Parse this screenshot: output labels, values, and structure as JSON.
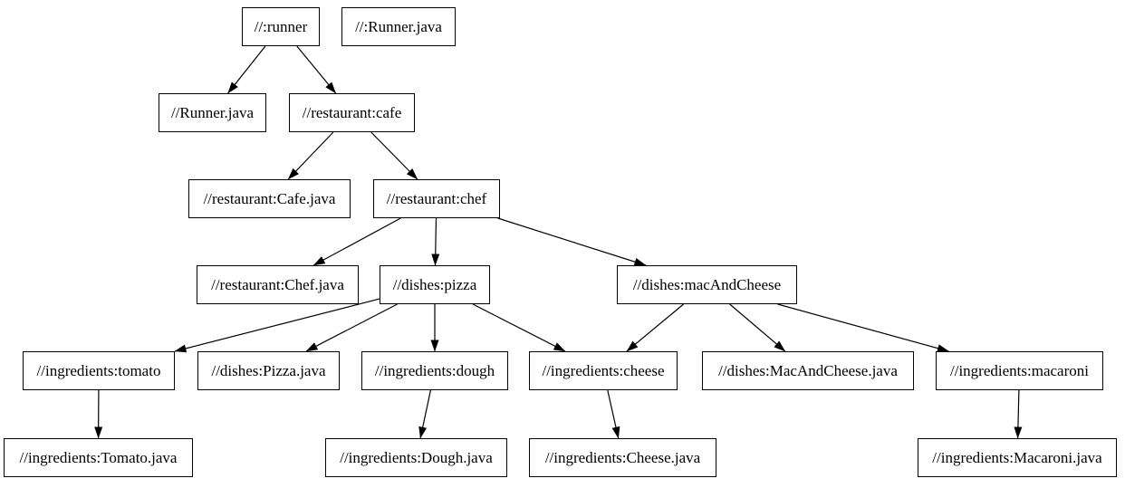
{
  "diagram": {
    "type": "directed-graph",
    "background_color": "#ffffff",
    "node_fill_color": "#ffffff",
    "node_border_color": "#000000",
    "edge_color": "#000000",
    "text_color": "#000000",
    "nodes": [
      {
        "id": "runner",
        "label": "//:runner"
      },
      {
        "id": "runner-java-file",
        "label": "//:Runner.java"
      },
      {
        "id": "runner-java",
        "label": "//Runner.java"
      },
      {
        "id": "cafe",
        "label": "//restaurant:cafe"
      },
      {
        "id": "cafe-java",
        "label": "//restaurant:Cafe.java"
      },
      {
        "id": "chef",
        "label": "//restaurant:chef"
      },
      {
        "id": "chef-java",
        "label": "//restaurant:Chef.java"
      },
      {
        "id": "pizza",
        "label": "//dishes:pizza"
      },
      {
        "id": "mac-and-cheese",
        "label": "//dishes:macAndCheese"
      },
      {
        "id": "tomato",
        "label": "//ingredients:tomato"
      },
      {
        "id": "pizza-java",
        "label": "//dishes:Pizza.java"
      },
      {
        "id": "dough",
        "label": "//ingredients:dough"
      },
      {
        "id": "cheese",
        "label": "//ingredients:cheese"
      },
      {
        "id": "mac-and-cheese-java",
        "label": "//dishes:MacAndCheese.java"
      },
      {
        "id": "macaroni",
        "label": "//ingredients:macaroni"
      },
      {
        "id": "tomato-java",
        "label": "//ingredients:Tomato.java"
      },
      {
        "id": "dough-java",
        "label": "//ingredients:Dough.java"
      },
      {
        "id": "cheese-java",
        "label": "//ingredients:Cheese.java"
      },
      {
        "id": "macaroni-java",
        "label": "//ingredients:Macaroni.java"
      }
    ],
    "edges": [
      {
        "from": "runner",
        "to": "runner-java"
      },
      {
        "from": "runner",
        "to": "cafe"
      },
      {
        "from": "cafe",
        "to": "cafe-java"
      },
      {
        "from": "cafe",
        "to": "chef"
      },
      {
        "from": "chef",
        "to": "chef-java"
      },
      {
        "from": "chef",
        "to": "pizza"
      },
      {
        "from": "chef",
        "to": "mac-and-cheese"
      },
      {
        "from": "pizza",
        "to": "tomato"
      },
      {
        "from": "pizza",
        "to": "pizza-java"
      },
      {
        "from": "pizza",
        "to": "dough"
      },
      {
        "from": "pizza",
        "to": "cheese"
      },
      {
        "from": "mac-and-cheese",
        "to": "cheese"
      },
      {
        "from": "mac-and-cheese",
        "to": "mac-and-cheese-java"
      },
      {
        "from": "mac-and-cheese",
        "to": "macaroni"
      },
      {
        "from": "tomato",
        "to": "tomato-java"
      },
      {
        "from": "dough",
        "to": "dough-java"
      },
      {
        "from": "cheese",
        "to": "cheese-java"
      },
      {
        "from": "macaroni",
        "to": "macaroni-java"
      }
    ]
  }
}
